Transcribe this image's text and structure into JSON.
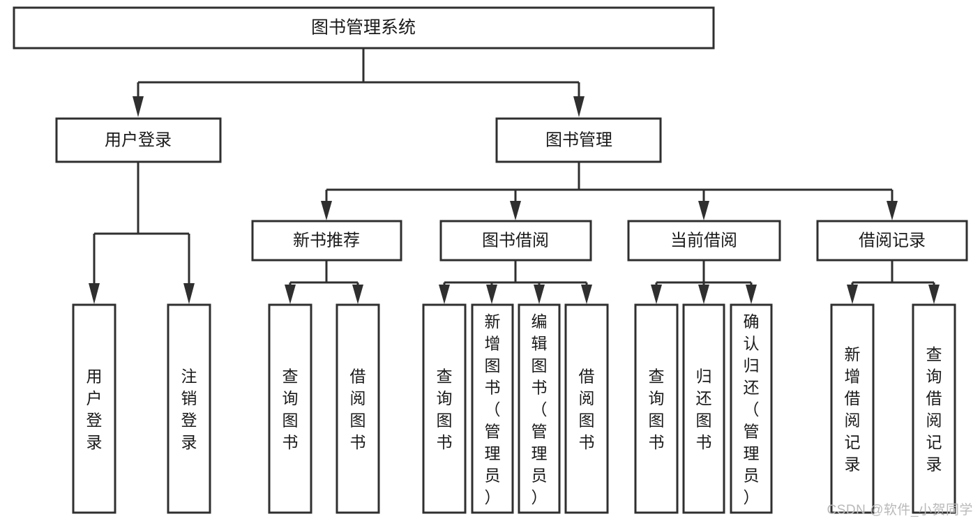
{
  "diagram": {
    "type": "tree-hierarchy",
    "title": "图书管理系统",
    "watermark": "CSDN @软件_小贺同学",
    "colors": {
      "stroke": "#2f2f2f",
      "fill": "#ffffff",
      "text": "#1a1a1a",
      "watermark": "#b9b9b9"
    },
    "levels": {
      "root": {
        "label": "图书管理系统"
      },
      "level2": [
        {
          "label": "用户登录"
        },
        {
          "label": "图书管理"
        }
      ],
      "level3": [
        {
          "label": "新书推荐"
        },
        {
          "label": "图书借阅"
        },
        {
          "label": "当前借阅"
        },
        {
          "label": "借阅记录"
        }
      ]
    },
    "leaves": {
      "user_login": [
        {
          "label": "用户登录"
        },
        {
          "label": "注销登录"
        }
      ],
      "new_book_recommend": [
        {
          "label": "查询图书"
        },
        {
          "label": "借阅图书"
        }
      ],
      "book_borrow": [
        {
          "label": "查询图书"
        },
        {
          "label": "新增图书（管理员）"
        },
        {
          "label": "编辑图书（管理员）"
        },
        {
          "label": "借阅图书"
        }
      ],
      "current_borrow": [
        {
          "label": "查询图书"
        },
        {
          "label": "归还图书"
        },
        {
          "label": "确认归还（管理员）"
        }
      ],
      "borrow_record": [
        {
          "label": "新增借阅记录"
        },
        {
          "label": "查询借阅记录"
        }
      ]
    }
  }
}
